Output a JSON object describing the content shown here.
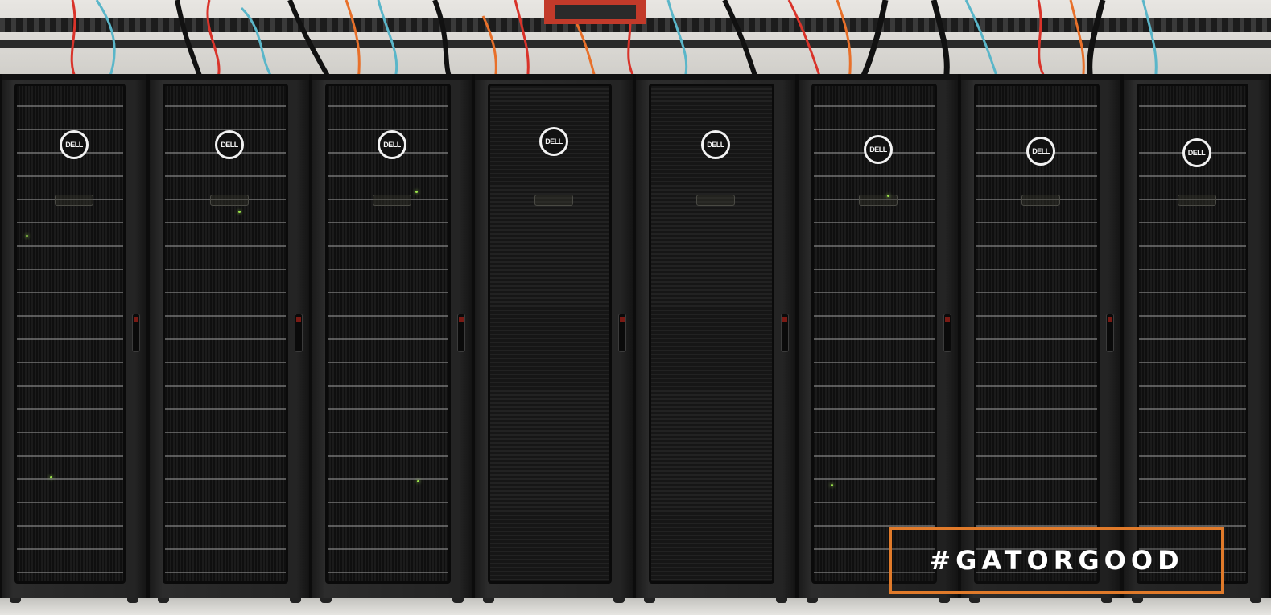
{
  "photo": {
    "subject": "server-racks",
    "rack_count": 8,
    "door_logo_text": "DELL",
    "accent_color": "#e07a2a"
  },
  "overlay": {
    "hashtag": "#GATORGOOD",
    "border_color": "#e07a2a",
    "text_color": "#ffffff"
  }
}
